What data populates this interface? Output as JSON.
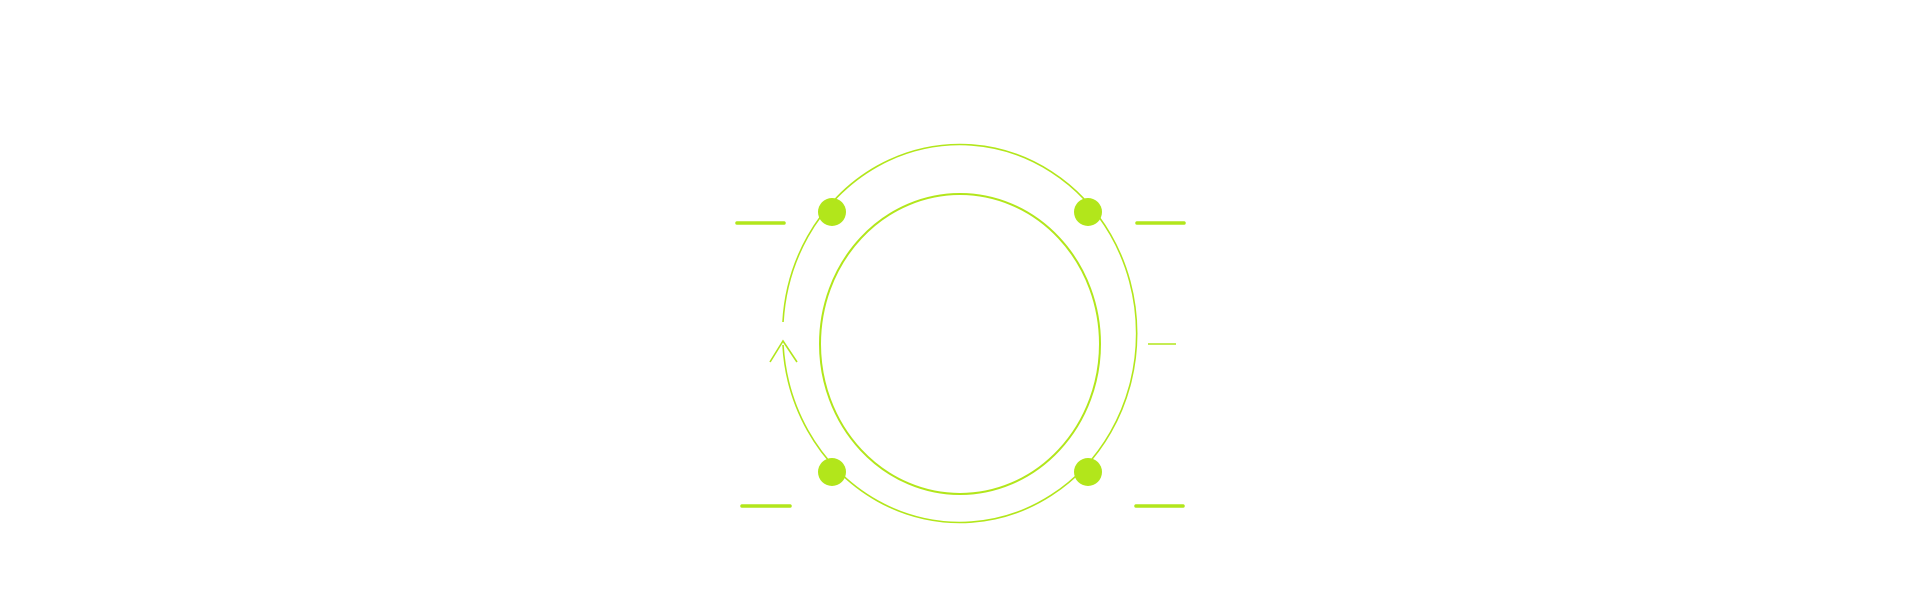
{
  "diagram": {
    "type": "cycle",
    "node_count": 4,
    "direction": "counter-clockwise",
    "colors": {
      "accent": "#b2e61b",
      "background": "#ffffff"
    }
  }
}
